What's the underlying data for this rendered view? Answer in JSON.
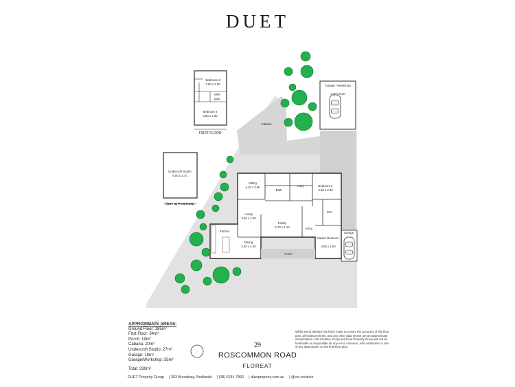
{
  "brand": {
    "name": "DUET"
  },
  "rooms": {
    "bedroom3": {
      "name": "Bedroom 3",
      "size": "2.80 x 3.50"
    },
    "bedroom4": {
      "name": "Bedroom 4",
      "size": "3.50 x 3.30"
    },
    "wir1": "WIR",
    "wir2": "WIR",
    "first_floor": "FIRST FLOOR",
    "garage_workshop": {
      "name": "Garage / Workshop",
      "size": "4.60 x 6.20"
    },
    "cabana": "Cabana",
    "undercroft": {
      "name": "Undercroft Studio",
      "size": "6.50 x 3.70"
    },
    "not_in_position": "(NOT IN POSITION)",
    "sitting": {
      "name": "Sitting",
      "size": "4.10 x 3.60"
    },
    "bath": "Bath",
    "ldry": "L'dry",
    "bedroom2": {
      "name": "Bedroom 2",
      "size": "4.60 x 2.80"
    },
    "ens": "Ens",
    "living": {
      "name": "Living",
      "size": "3.40 x 4.00"
    },
    "family": {
      "name": "Family",
      "size": "5.70 x 4.10"
    },
    "entry": "Entry",
    "kitchen": "Kitchen",
    "dining": {
      "name": "Dining",
      "size": "3.40 x 4.30"
    },
    "master": {
      "name": "Master Bedroom",
      "size": "3.50 x 4.50"
    },
    "garage": "Garage",
    "porch": "Porch"
  },
  "areas": {
    "heading": "APPROXIMATE AREAS:",
    "lines": [
      "Ground Floor: 185m²",
      "First Floor: 34m²",
      "Porch: 19m²",
      "Cabana: 20m²",
      "Undercroft Studio: 27m²",
      "Garage: 18m²",
      "Garage/Workshop: 35m²"
    ],
    "total": "Total: 330m²"
  },
  "address": {
    "number": "29",
    "street": "ROSCOMMON ROAD",
    "suburb": "FLOREAT"
  },
  "disclaimer": "Whilst every attempt has been made to ensure the accuracy of this floor plan, all measurements, and any other data shown are an approximate interpretation. VIS Creative Group and Duet Property Group will not be held liable or responsible for any error, omission, miss-statement or use of any data shown on the final floor plan.",
  "footer": {
    "company": "DUET Property Group",
    "address": "353 Broadway, Nedlands",
    "phone": "(08) 6244 7860",
    "web": "duetproperty.com.au",
    "credit": "@vis.creative"
  },
  "colors": {
    "tree": "#22b14c",
    "hardscape": "#d9d9d9",
    "wall": "#2b2b2b"
  }
}
